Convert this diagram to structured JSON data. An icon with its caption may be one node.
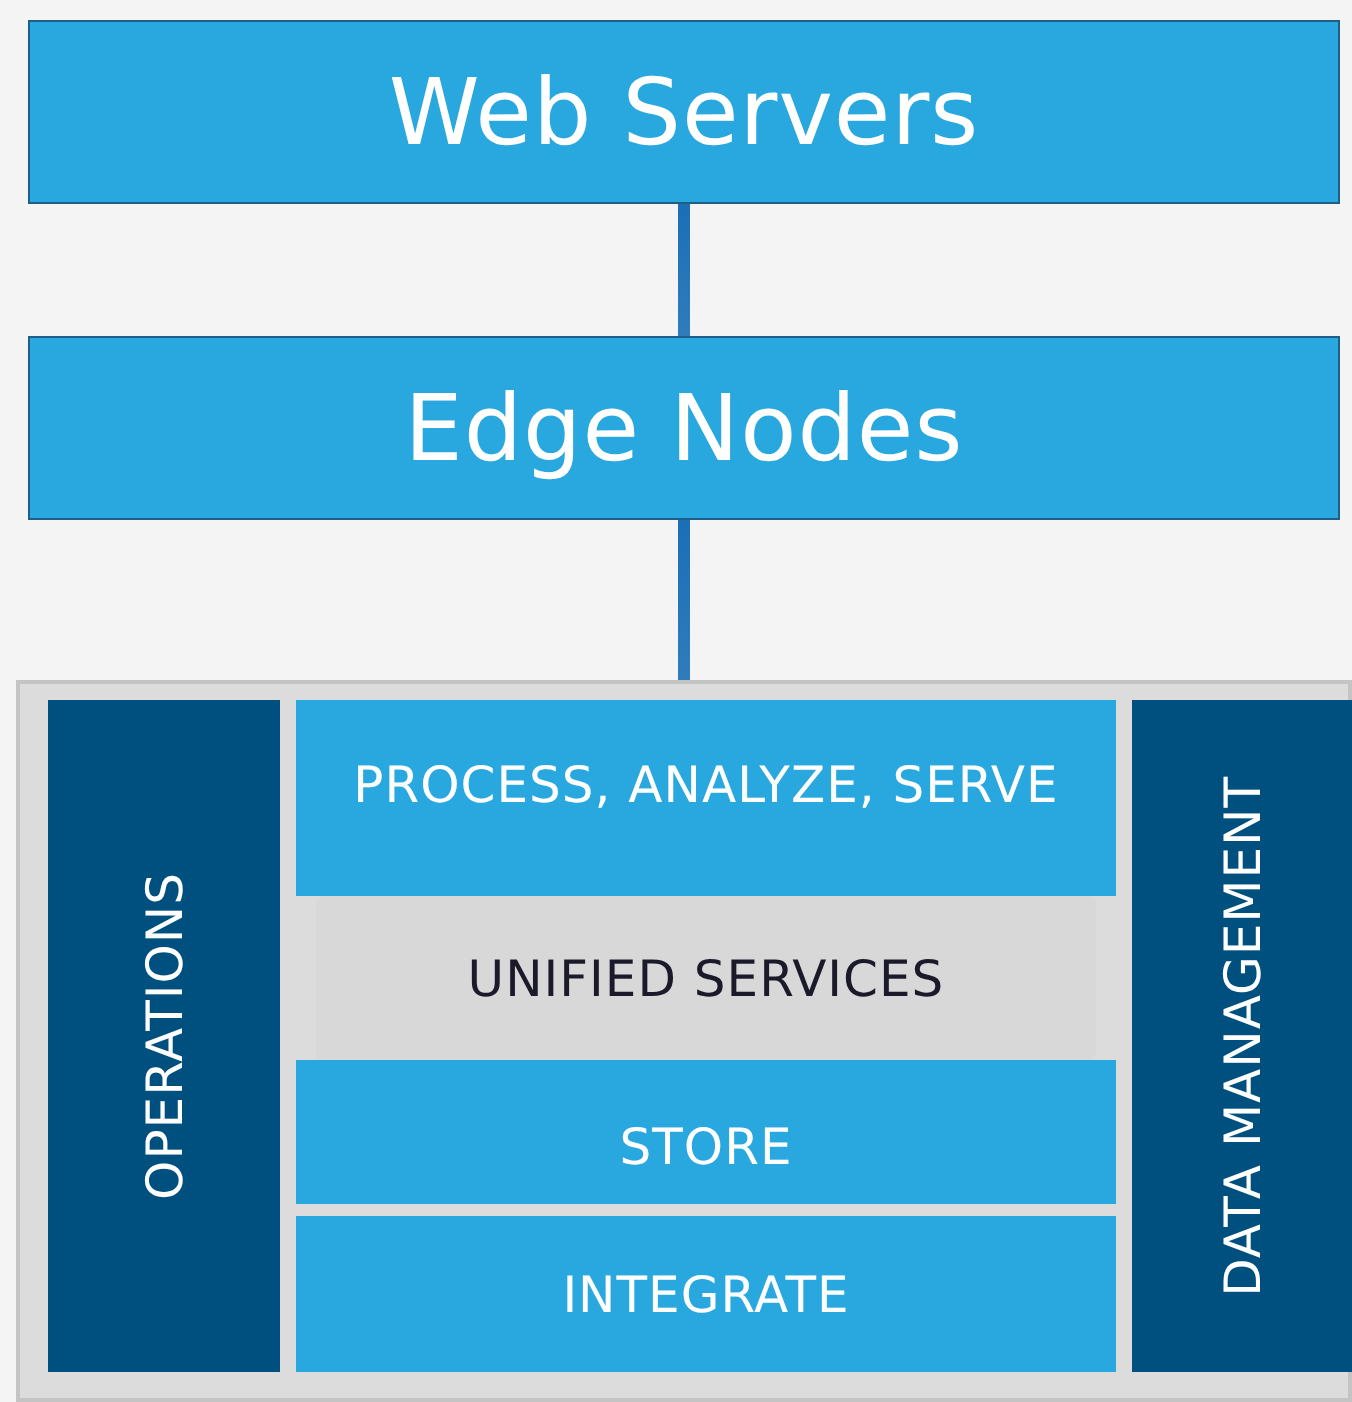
{
  "diagram": {
    "nodes": [
      {
        "text": [
          "Web Servers"
        ]
      },
      {
        "text": [
          "Edge Nodes"
        ]
      },
      {
        "text": [],
        "shape": "box"
      },
      {
        "text": [
          "OPERATIONS"
        ],
        "in": 2
      },
      {
        "text": [
          "PROCESS, ANALYZE, SERVE"
        ],
        "in": 2
      },
      {
        "text": [
          "UNIFIED SERVICES"
        ],
        "in": 2
      },
      {
        "text": [
          "STORE"
        ],
        "in": 2
      },
      {
        "text": [
          "INTEGRATE"
        ],
        "in": 2
      },
      {
        "text": [
          "DATA MANAGEMENT"
        ],
        "in": 2
      }
    ],
    "edges": [
      {
        "from": 0,
        "to": 1,
        "arrow": "none"
      },
      {
        "from": 1,
        "to": 2,
        "arrow": "none"
      }
    ]
  }
}
